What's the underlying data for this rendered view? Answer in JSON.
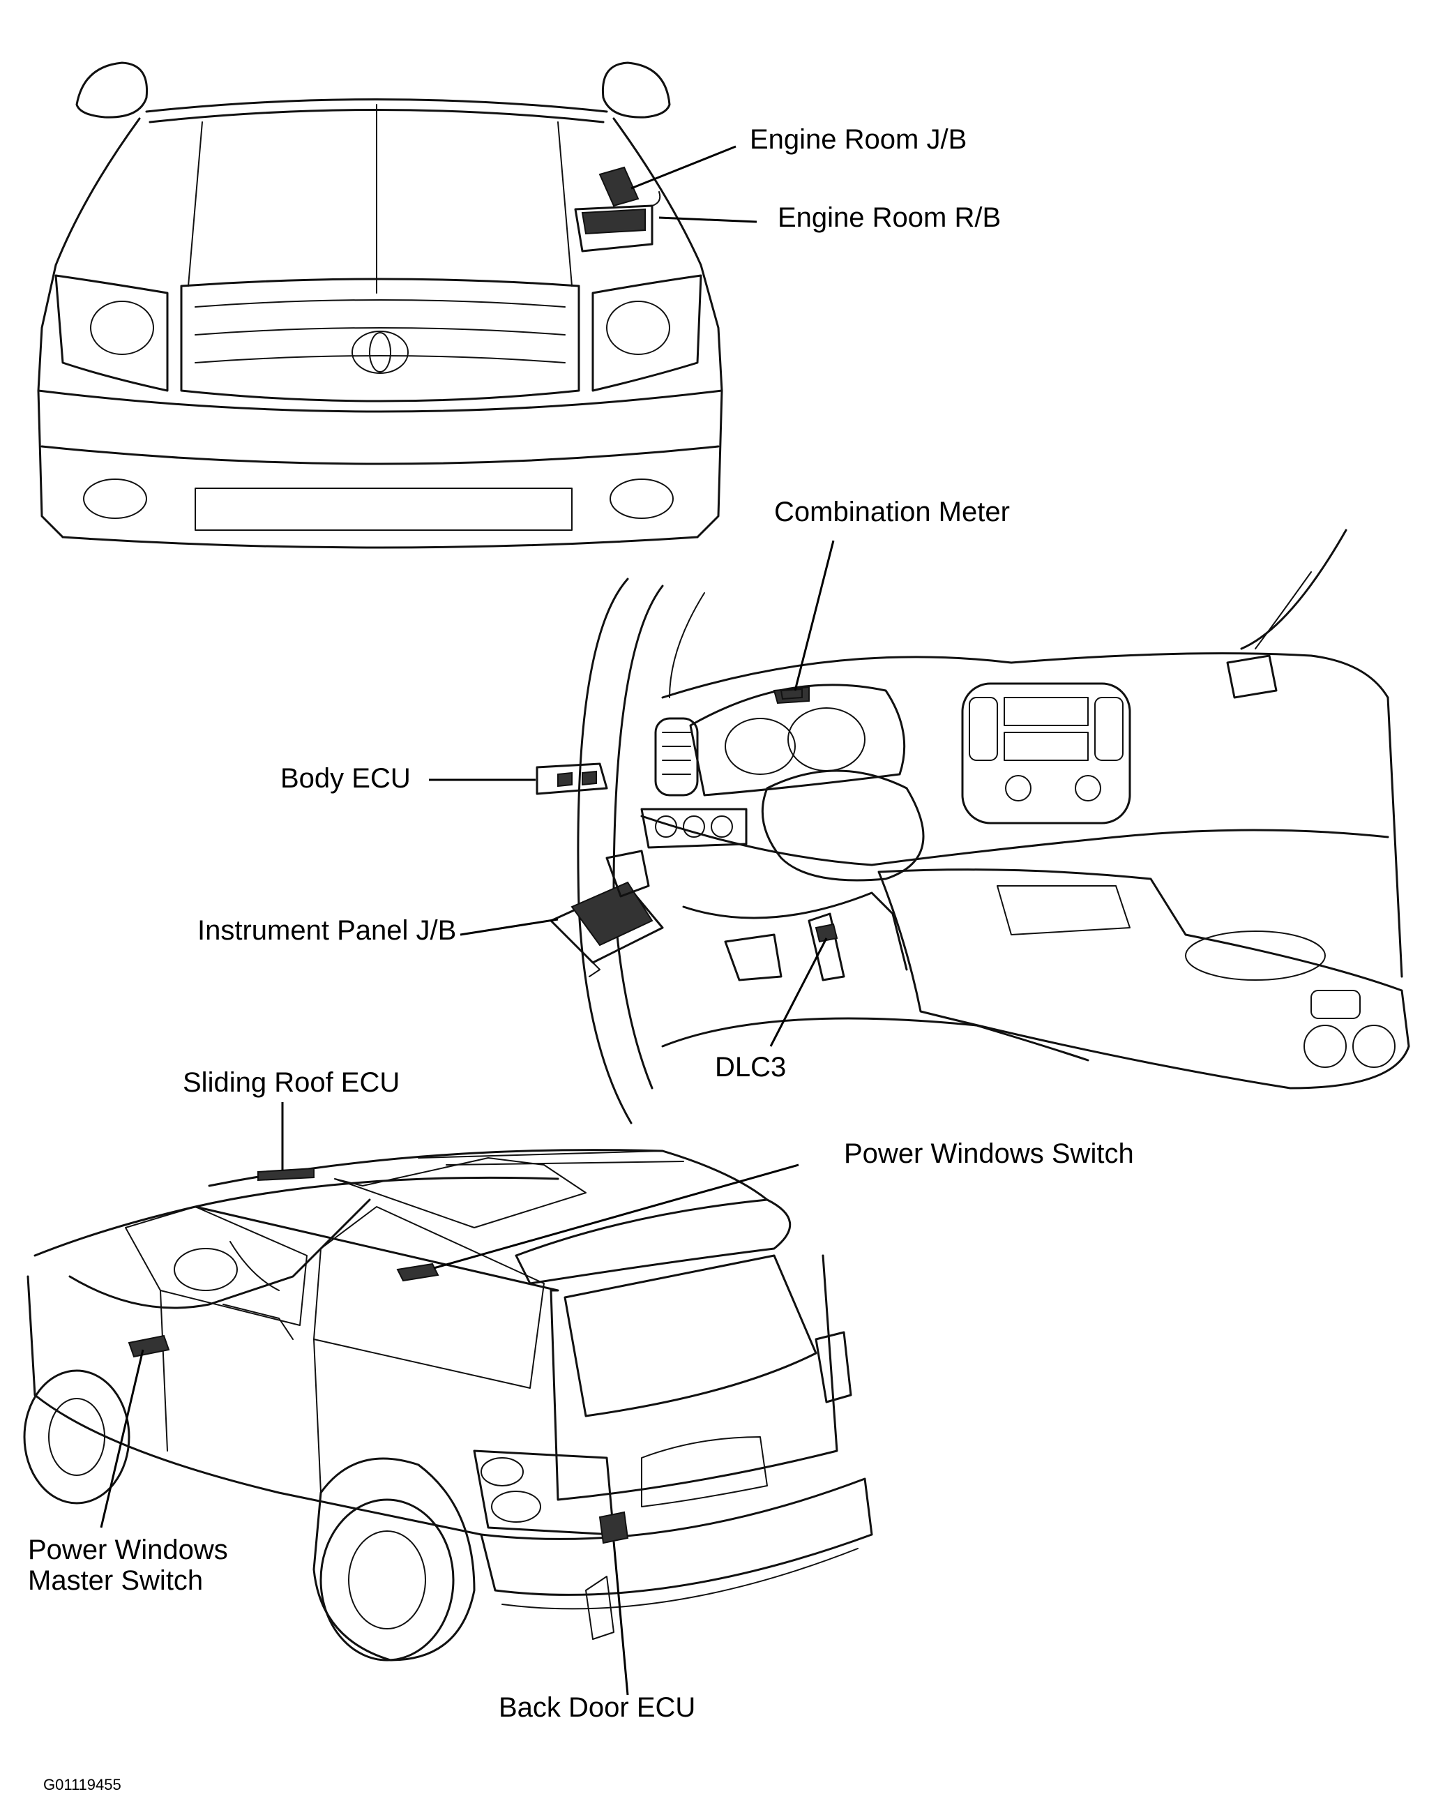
{
  "labels": {
    "engine_room_jb": "Engine Room J/B",
    "engine_room_rb": "Engine Room R/B",
    "combination_meter": "Combination Meter",
    "body_ecu": "Body ECU",
    "instrument_panel_jb": "Instrument Panel J/B",
    "dlc3": "DLC3",
    "sliding_roof_ecu": "Sliding Roof ECU",
    "power_windows_switch": "Power Windows Switch",
    "power_windows_master_switch_line1": "Power Windows",
    "power_windows_master_switch_line2": "Master Switch",
    "back_door_ecu": "Back Door ECU"
  },
  "figure_id": "G01119455"
}
